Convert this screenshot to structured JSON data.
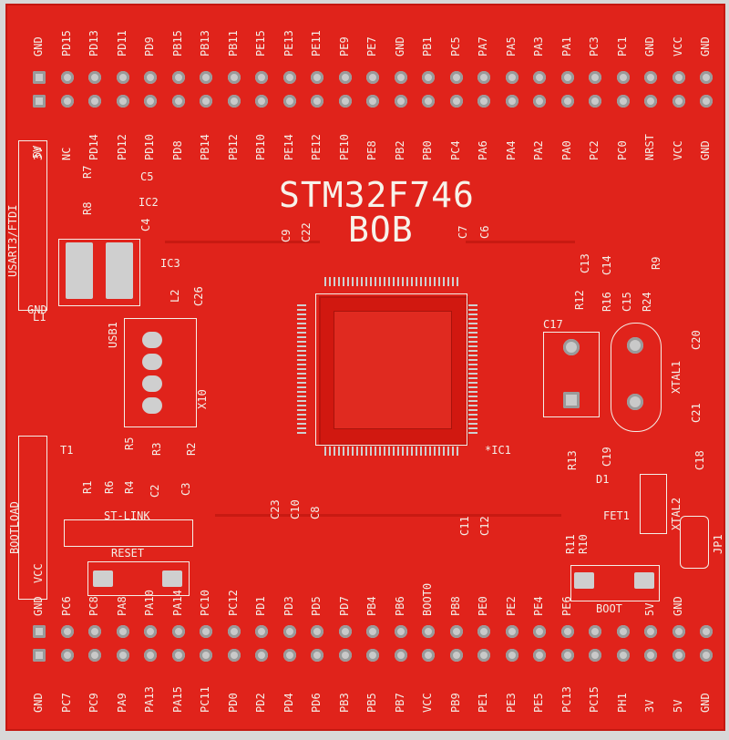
{
  "board": {
    "title": "STM32F746",
    "subtitle": "BOB",
    "colors": {
      "soldermask": "#e0231b",
      "silkscreen": "#f4efe8",
      "pad": "#c9c9c9"
    }
  },
  "top_outer_labels": [
    "GND",
    "PD15",
    "PD13",
    "PD11",
    "PD9",
    "PB15",
    "PB13",
    "PB11",
    "PE15",
    "PE13",
    "PE11",
    "PE9",
    "PE7",
    "GND",
    "PB1",
    "PC5",
    "PA7",
    "PA5",
    "PA3",
    "PA1",
    "PC3",
    "PC1",
    "GND",
    "VCC",
    "GND"
  ],
  "top_inner_labels": [
    "3V",
    "NC",
    "PD14",
    "PD12",
    "PD10",
    "PD8",
    "PB14",
    "PB12",
    "PB10",
    "PE14",
    "PE12",
    "PE10",
    "PE8",
    "PB2",
    "PB0",
    "PC4",
    "PA6",
    "PA4",
    "PA2",
    "PA0",
    "PC2",
    "PC0",
    "NRST",
    "VCC",
    "GND"
  ],
  "bottom_inner_labels": [
    "GND",
    "PC6",
    "PC8",
    "PA8",
    "PA10",
    "PA14",
    "PC10",
    "PC12",
    "PD1",
    "PD3",
    "PD5",
    "PD7",
    "PB4",
    "PB6",
    "BOOT0",
    "PB8",
    "PE0",
    "PE2",
    "PE4",
    "PE6",
    "",
    "",
    "5V",
    "GND"
  ],
  "bottom_outer_labels": [
    "GND",
    "PC7",
    "PC9",
    "PA9",
    "PA13",
    "PA15",
    "PC11",
    "PD0",
    "PD2",
    "PD4",
    "PD6",
    "PB3",
    "PB5",
    "PB7",
    "VCC",
    "PB9",
    "PE1",
    "PE3",
    "PE5",
    "PC13",
    "PC15",
    "PH1",
    "3V",
    "5V",
    "GND"
  ],
  "components": {
    "usart": "USART3/FTDI",
    "usart_5v": "5V",
    "usart_gnd": "GND",
    "r7": "R7",
    "r8": "R8",
    "c5": "C5",
    "c4": "C4",
    "ic2": "IC2",
    "ic3": "IC3",
    "l1": "L1",
    "l2": "L2",
    "c26": "C26",
    "usb1": "USB1",
    "x10": "X10",
    "c9": "C9",
    "c22": "C22",
    "c7": "C7",
    "c6": "C6",
    "c13": "C13",
    "c14": "C14",
    "r9": "R9",
    "r12": "R12",
    "r16": "R16",
    "c15": "C15",
    "r24": "R24",
    "c17": "C17",
    "xtal1": "XTAL1",
    "c20": "C20",
    "c21": "C21",
    "t1": "T1",
    "r1": "R1",
    "r6": "R6",
    "r4": "R4",
    "c2": "C2",
    "c3": "C3",
    "r5": "R5",
    "r3": "R3",
    "r2": "R2",
    "st_link": "ST-LINK",
    "bootload": "BOOTLOAD",
    "vcc_side": "VCC",
    "reset": "RESET",
    "c23": "C23",
    "c10": "C10",
    "c8": "C8",
    "c11": "C11",
    "c12": "C12",
    "ic1": "*IC1",
    "r13": "R13",
    "c19": "C19",
    "d1": "D1",
    "c18": "C18",
    "xtal2": "XTAL2",
    "fet1": "FET1",
    "r11": "R11",
    "r10": "R10",
    "jp1": "JP1",
    "boot": "BOOT"
  }
}
